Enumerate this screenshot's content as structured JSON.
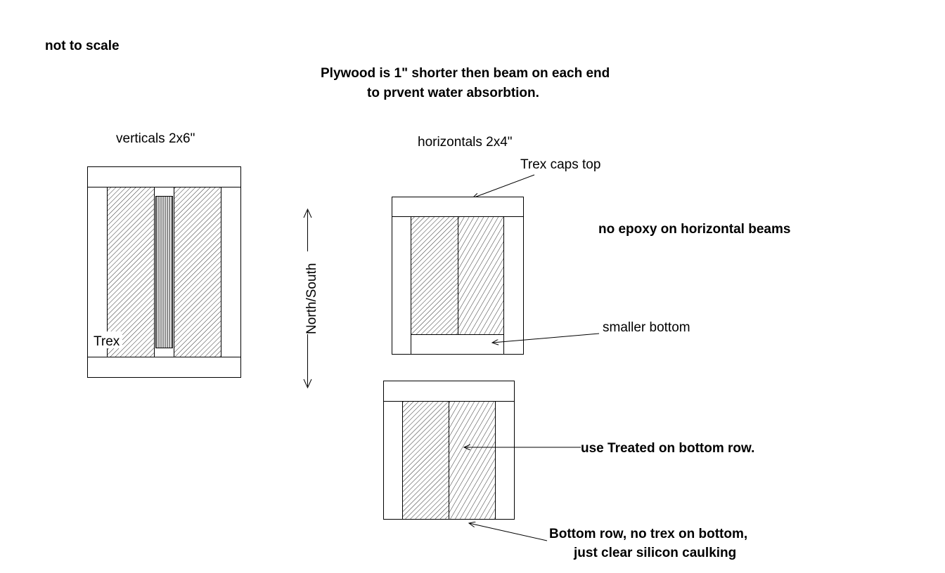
{
  "notes": {
    "scale": "not to scale",
    "plywood_line1": "Plywood is 1\" shorter then beam on each end",
    "plywood_line2": "to prvent water absorbtion."
  },
  "verticals": {
    "title": "verticals 2x6\"",
    "trex_label": "Trex"
  },
  "orientation_label": "North/South",
  "horizontals": {
    "title": "horizontals 2x4\"",
    "trex_caps_label": "Trex caps top",
    "no_epoxy_label": "no epoxy on horizontal beams",
    "smaller_bottom_label": "smaller bottom",
    "treated_label": "use Treated on bottom row.",
    "bottom_row_line1": "Bottom row, no trex on bottom,",
    "bottom_row_line2": "just clear silicon caulking"
  }
}
